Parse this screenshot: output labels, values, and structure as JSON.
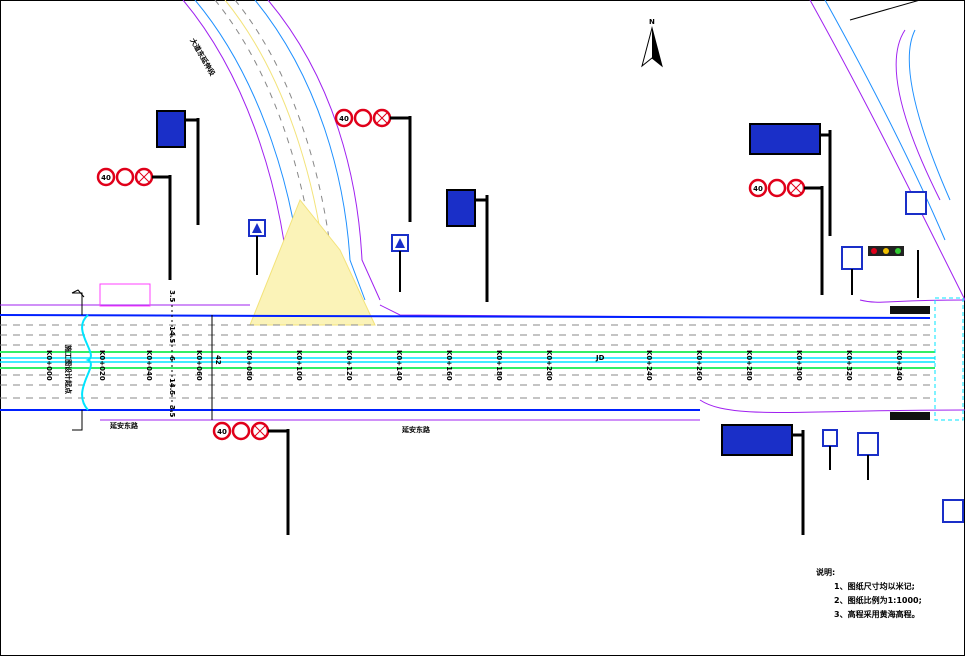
{
  "drawing": {
    "north_label": "N",
    "branch_road_name": "大道东延伸段",
    "main_road_name": "延安东路",
    "start_label": "施工图设计起点",
    "intersection_label": "JD",
    "dimensions": [
      "3.5",
      "14.5",
      "6",
      "14.5",
      "3.5"
    ],
    "width_label": "42",
    "speed_limit": "40",
    "chainages": [
      "K0+000",
      "K0+020",
      "K0+040",
      "K0+060",
      "K0+080",
      "K0+100",
      "K0+120",
      "K0+140",
      "K0+160",
      "K0+180",
      "K0+200",
      "K0+240",
      "K0+260",
      "K0+280",
      "K0+300",
      "K0+320",
      "K0+340"
    ]
  },
  "notes": {
    "title": "说明:",
    "items": [
      "1、图纸尺寸均以米记;",
      "2、图纸比例为1:1000;",
      "3、高程采用黄海高程。"
    ]
  },
  "colors": {
    "road_edge": "#a020f0",
    "median": "#00e5ff",
    "lane_green": "#33ee66",
    "sign_blue": "#1a2fc8",
    "sign_red": "#e0001a",
    "hatch": "#f3e37a"
  }
}
